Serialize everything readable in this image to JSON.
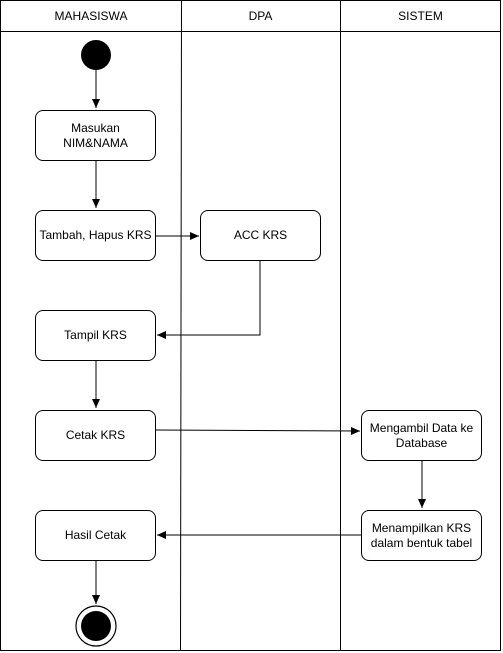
{
  "lanes": [
    {
      "title": "MAHASISWA"
    },
    {
      "title": "DPA"
    },
    {
      "title": "SISTEM"
    }
  ],
  "nodes": {
    "input_nim_nama": "Masukan\nNIM&NAMA",
    "tambah_hapus_krs": "Tambah, Hapus KRS",
    "acc_krs": "ACC KRS",
    "tampil_krs": "Tampil KRS",
    "cetak_krs": "Cetak KRS",
    "ambil_data": "Mengambil Data ke\nDatabase",
    "hasil_cetak": "Hasil Cetak",
    "tampilkan_tabel": "Menampilkan KRS\ndalam bentuk tabel"
  },
  "colors": {
    "stroke": "#000000",
    "fill": "#ffffff",
    "start_node": "#000000"
  }
}
